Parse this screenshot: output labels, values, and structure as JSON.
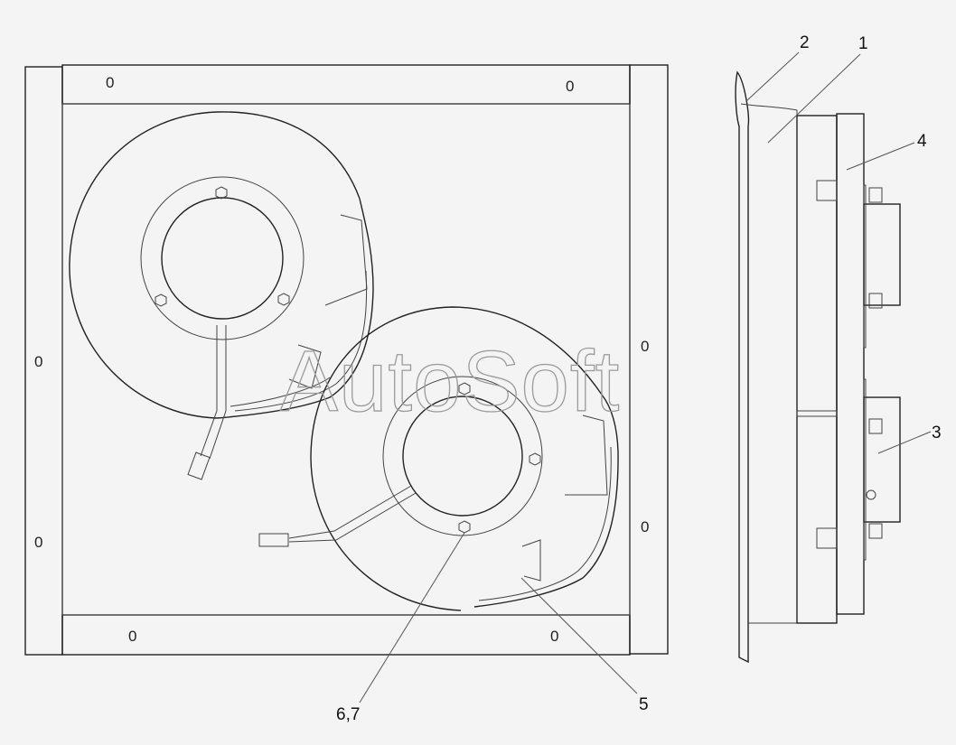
{
  "watermark": "AutoSoft",
  "hole_mark": "0",
  "callouts": {
    "c1": "1",
    "c2": "2",
    "c3": "3",
    "c4": "4",
    "c5": "5",
    "c67": "6,7"
  }
}
